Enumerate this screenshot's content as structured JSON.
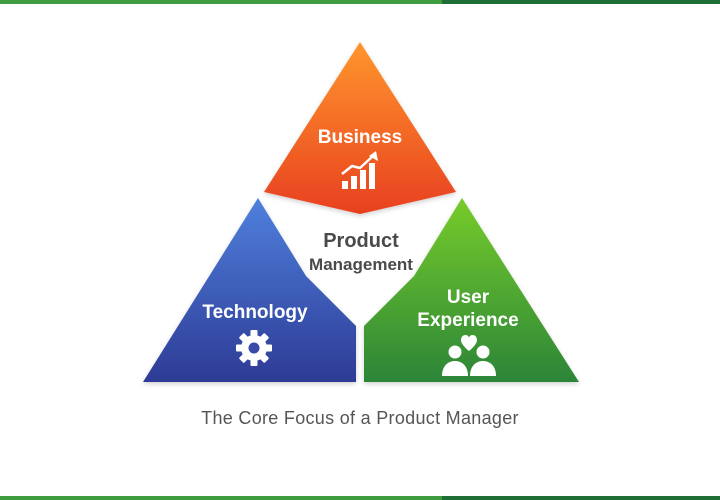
{
  "diagram": {
    "center": {
      "line1": "Product",
      "line2": "Management"
    },
    "business": {
      "label": "Business",
      "icon": "bar-chart-up-arrow-icon"
    },
    "technology": {
      "label": "Technology",
      "icon": "gear-icon"
    },
    "user_experience": {
      "line1": "User",
      "line2": "Experience",
      "icon": "people-heart-icon"
    },
    "caption": "The Core Focus of a Product Manager"
  },
  "colors": {
    "accent_light_green": "#3f9c3e",
    "accent_dark_green": "#1f6e35",
    "business_top": "#ff8c2a",
    "business_bottom": "#e8401f",
    "technology_top": "#4a78d4",
    "technology_bottom": "#2f3f9a",
    "ux_top": "#6cc42a",
    "ux_bottom": "#2f8a3a",
    "center_text": "#4a4a4a",
    "caption_text": "#555555"
  }
}
